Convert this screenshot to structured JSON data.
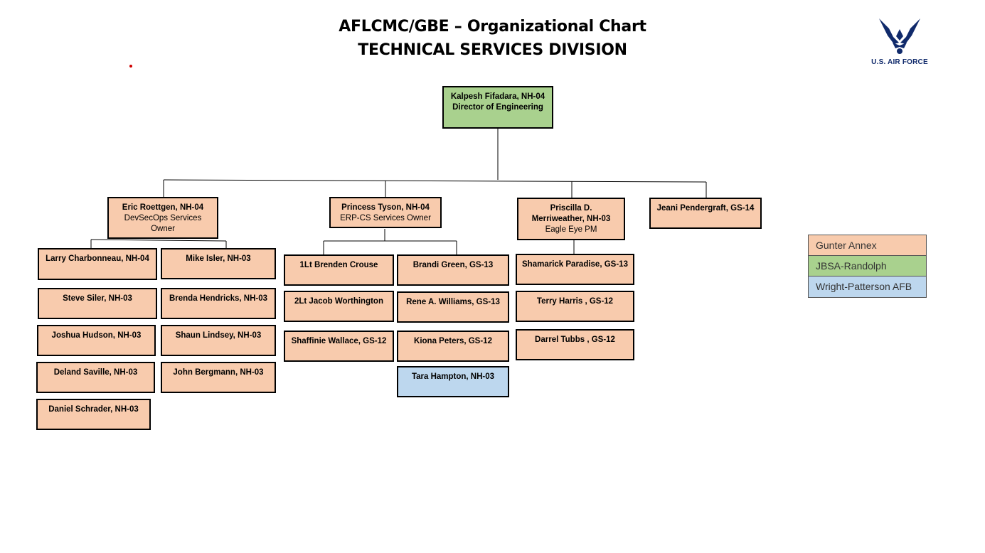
{
  "header": {
    "title_line1": "AFLCMC/GBE – Organizational Chart",
    "title_line2": "TECHNICAL SERVICES DIVISION",
    "logo_text": "U.S. AIR FORCE"
  },
  "colors": {
    "gunter": "#f8cbad",
    "randolph": "#a9d18e",
    "wright_patterson": "#bdd7ee",
    "logo_blue": "#102a6b"
  },
  "org": {
    "director": {
      "name": "Kalpesh Fifadara, NH-04",
      "role": "Director of Engineering"
    },
    "branch1": {
      "lead": {
        "name": "Eric Roettgen, NH-04",
        "role": "DevSecOps Services Owner"
      },
      "members": [
        "Larry Charbonneau, NH-04",
        "Mike Isler, NH-03",
        "Steve Siler, NH-03",
        "Brenda Hendricks, NH-03",
        "Joshua Hudson, NH-03",
        "Shaun Lindsey, NH-03",
        "Deland Saville, NH-03",
        "John Bergmann, NH-03",
        "Daniel Schrader, NH-03"
      ]
    },
    "branch2": {
      "lead": {
        "name": "Princess Tyson, NH-04",
        "role": "ERP-CS Services Owner"
      },
      "members": [
        "1Lt Brenden Crouse",
        "Brandi Green, GS-13",
        "2Lt Jacob Worthington",
        "Rene A. Williams, GS-13",
        "Shaffinie Wallace, GS-12",
        "Kiona Peters, GS-12",
        "Tara Hampton, NH-03"
      ]
    },
    "branch3": {
      "lead": {
        "name": "Priscilla D. Merriweather, NH-03",
        "role": "Eagle Eye PM"
      },
      "members": [
        "Shamarick Paradise, GS-13",
        "Terry Harris , GS-12",
        "Darrel Tubbs , GS-12"
      ]
    },
    "branch4": {
      "lead": {
        "name": "Jeani Pendergraft, GS-14"
      }
    }
  },
  "legend": {
    "items": [
      "Gunter Annex",
      "JBSA-Randolph",
      "Wright-Patterson AFB"
    ]
  }
}
